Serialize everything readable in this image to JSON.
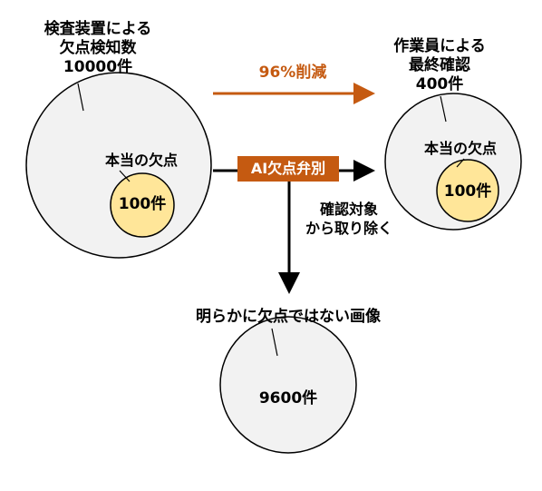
{
  "colors": {
    "circle_fill": "#f2f2f2",
    "circle_stroke": "#000000",
    "defect_fill": "#ffe699",
    "accent": "#c55a11",
    "arrow": "#000000"
  },
  "nodes": {
    "inspection": {
      "title_lines": [
        "検査装置による",
        "欠点検知数",
        "10000件"
      ],
      "inner_label": "本当の欠点",
      "inner_count": "100件"
    },
    "worker": {
      "title_lines": [
        "作業員による",
        "最終確認",
        "400件"
      ],
      "inner_label": "本当の欠点",
      "inner_count": "100件"
    },
    "removed": {
      "title": "明らかに欠点ではない画像",
      "count": "9600件"
    }
  },
  "reduction_label": "96%削減",
  "ai_label": "AI欠点弁別",
  "exclude_lines": [
    "確認対象",
    "から取り除く"
  ]
}
